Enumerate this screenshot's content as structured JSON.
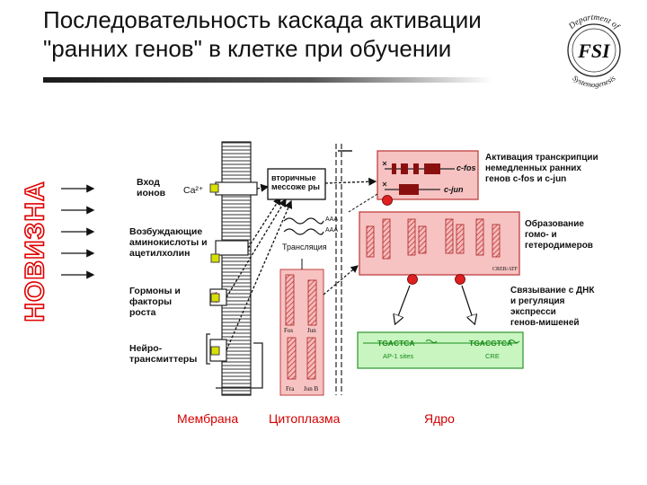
{
  "title": {
    "line1": "Последовательность каскада активации",
    "line2": "\"ранних генов\" в клетке при обучении"
  },
  "side_label": "НОВИЗНА",
  "logo": {
    "top_text": "Department of",
    "center_text": "FSI",
    "bottom_text": "Systemogenesis"
  },
  "inputs": {
    "ion_entry": "Вход\nионов",
    "ca": "Ca²⁺",
    "excitatory": "Возбуждающие\nаминокислоты и\nацетилхолин",
    "hormones": "Гормоны и\nфакторы\nроста",
    "neurotransmitters": "Нейро-\nтрансмиттеры"
  },
  "cytoplasm": {
    "second_messengers": "вторичные\nмессоже ры",
    "translation": "Трансляция",
    "aaa1": "AAA",
    "aaa2": "AAA",
    "fos": "Fos",
    "jun": "Jun",
    "fra": "Fra",
    "jun_b": "Jun B"
  },
  "nucleus": {
    "c_fos": "c-fos",
    "c_jun": "c-jun",
    "creb": "CREB/ATF",
    "ap1_seq": "TGACTCA",
    "ap1_sites": "AP-1 sites",
    "cre_seq": "TGACGTCA",
    "cre": "CRE"
  },
  "annotations": {
    "activation": "Активация транскрипции\nнемедленных ранних\nгенов c-fos и c-jun",
    "dimers": "Образование\nгомо- и\nгетеродимеров",
    "dna_binding": "Связывание с ДНК\nи регуляция\nэкспресси\nгенов-мишеней"
  },
  "regions": {
    "membrane": "Мембрана",
    "cytoplasm": "Цитоплазма",
    "nucleus": "Ядро"
  },
  "colors": {
    "title_text": "#111111",
    "side_label_stroke": "#e00000",
    "region_text": "#d40000",
    "nucleus_fill": "#f7c2c2",
    "nucleus_stroke": "#c04040",
    "dna_box": "#c8f5c0",
    "dna_text": "#1a8a1a",
    "receptor_dot": "#d8e000",
    "red_dot": "#e02020"
  }
}
